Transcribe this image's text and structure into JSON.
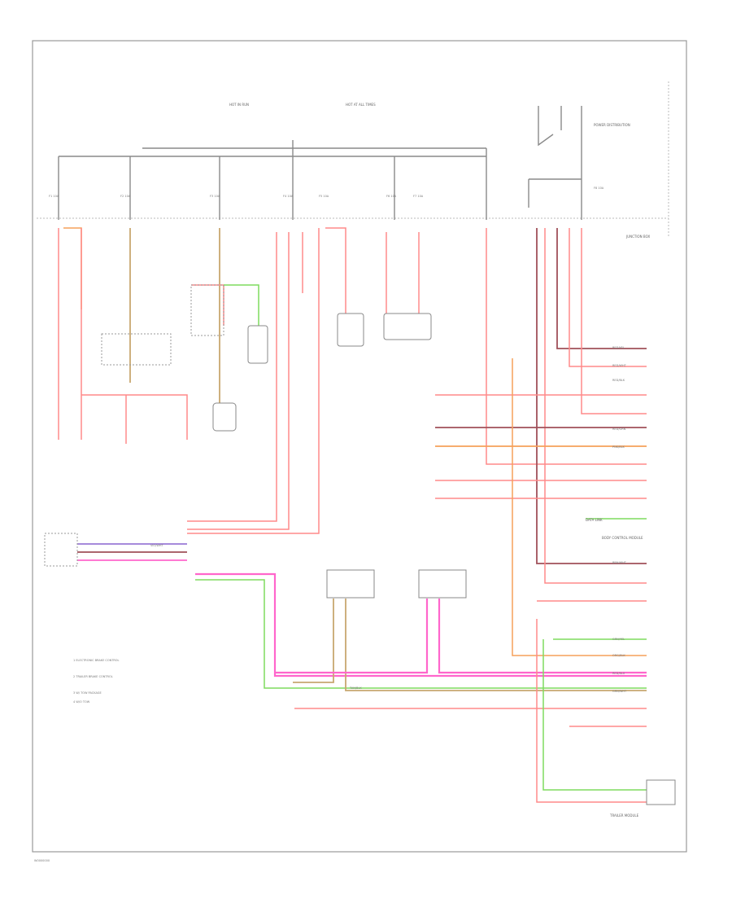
{
  "diagram": {
    "sheet_code": "W0000000",
    "colors": {
      "red": "#ff8a8a",
      "pink": "#ff66cc",
      "orange": "#f5a05a",
      "green": "#7fdc5f",
      "brown": "#a0505a",
      "tan": "#c8a870",
      "violet": "#9a7ad6",
      "gray": "#8a8a8a"
    },
    "fuse_labels": [
      "F1 10A",
      "F2 10A",
      "F3 10A",
      "F4 10A",
      "F5 10A",
      "F6 10A",
      "F7 10A",
      "F8 10A"
    ],
    "top_labels": [
      "HOT IN RUN",
      "HOT AT ALL TIMES",
      "POWER DISTRIBUTION"
    ],
    "right_labels": [
      "JUNCTION BOX",
      "DATA LINK",
      "BODY CONTROL MODULE",
      "TRAILER MODULE"
    ],
    "wire_codes": [
      "RED/YEL",
      "RED/WHT",
      "RED/BLK",
      "RED/GRN",
      "PNK/BLK",
      "BRN/WHT",
      "GRN/YEL",
      "ORG/BLK",
      "RED/BLU",
      "GRN/WHT",
      "VIO/WHT",
      "TAN/BLK"
    ],
    "legend": [
      "1  ELECTRONIC BRAKE CONTROL",
      "2  TRAILER BRAKE CONTROL",
      "3  W/ TOW PACKAGE",
      "4  W/O TOW"
    ]
  }
}
